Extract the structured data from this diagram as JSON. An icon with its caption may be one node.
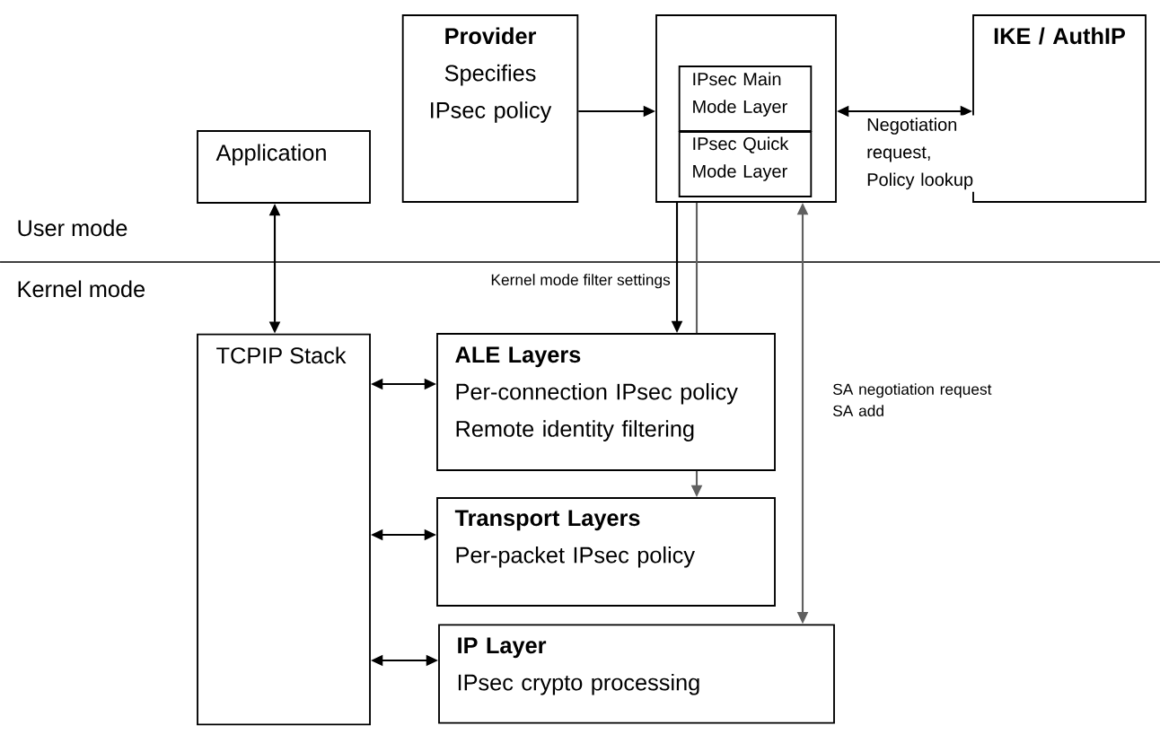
{
  "diagram": {
    "nodes": [
      {
        "text": [
          "Provider",
          "Specifies IPsec policy"
        ]
      },
      {
        "text": [],
        "shape": "box"
      },
      {
        "text": [
          "IPsec Main Mode Layer"
        ],
        "in": 1
      },
      {
        "text": [
          "IPsec Quick Mode Layer"
        ],
        "in": 1
      },
      {
        "text": [
          "IKE / AuthIP"
        ]
      },
      {
        "text": [
          "Application"
        ]
      },
      {
        "text": [
          "TCPIP Stack"
        ]
      },
      {
        "text": [
          "ALE Layers",
          "Per-connection IPsec policy",
          "Remote identity filtering"
        ]
      },
      {
        "text": [
          "Transport Layers",
          "Per-packet IPsec policy"
        ]
      },
      {
        "text": [
          "IP Layer",
          "IPsec crypto processing"
        ]
      }
    ],
    "edges": [
      {
        "from": 0,
        "to": 1,
        "arrow": "to"
      },
      {
        "from": 1,
        "to": 4,
        "arrow": "both",
        "label": "Negotiation request, Policy lookup"
      },
      {
        "from": 5,
        "to": 6,
        "arrow": "both"
      },
      {
        "from": 1,
        "to": 7,
        "arrow": "to",
        "label": "Kernel mode filter settings"
      },
      {
        "from": 1,
        "to": 7,
        "arrow": "none",
        "color": "#606060"
      },
      {
        "from": 7,
        "to": 8,
        "arrow": "to",
        "color": "#606060"
      },
      {
        "from": 1,
        "to": 9,
        "arrow": "both",
        "color": "#606060",
        "label": "SA negotiation request SA add"
      },
      {
        "from": 6,
        "to": 7,
        "arrow": "both"
      },
      {
        "from": 6,
        "to": 8,
        "arrow": "both"
      },
      {
        "from": 6,
        "to": 9,
        "arrow": "both"
      }
    ],
    "labels": [
      "User mode",
      "Kernel mode"
    ]
  }
}
